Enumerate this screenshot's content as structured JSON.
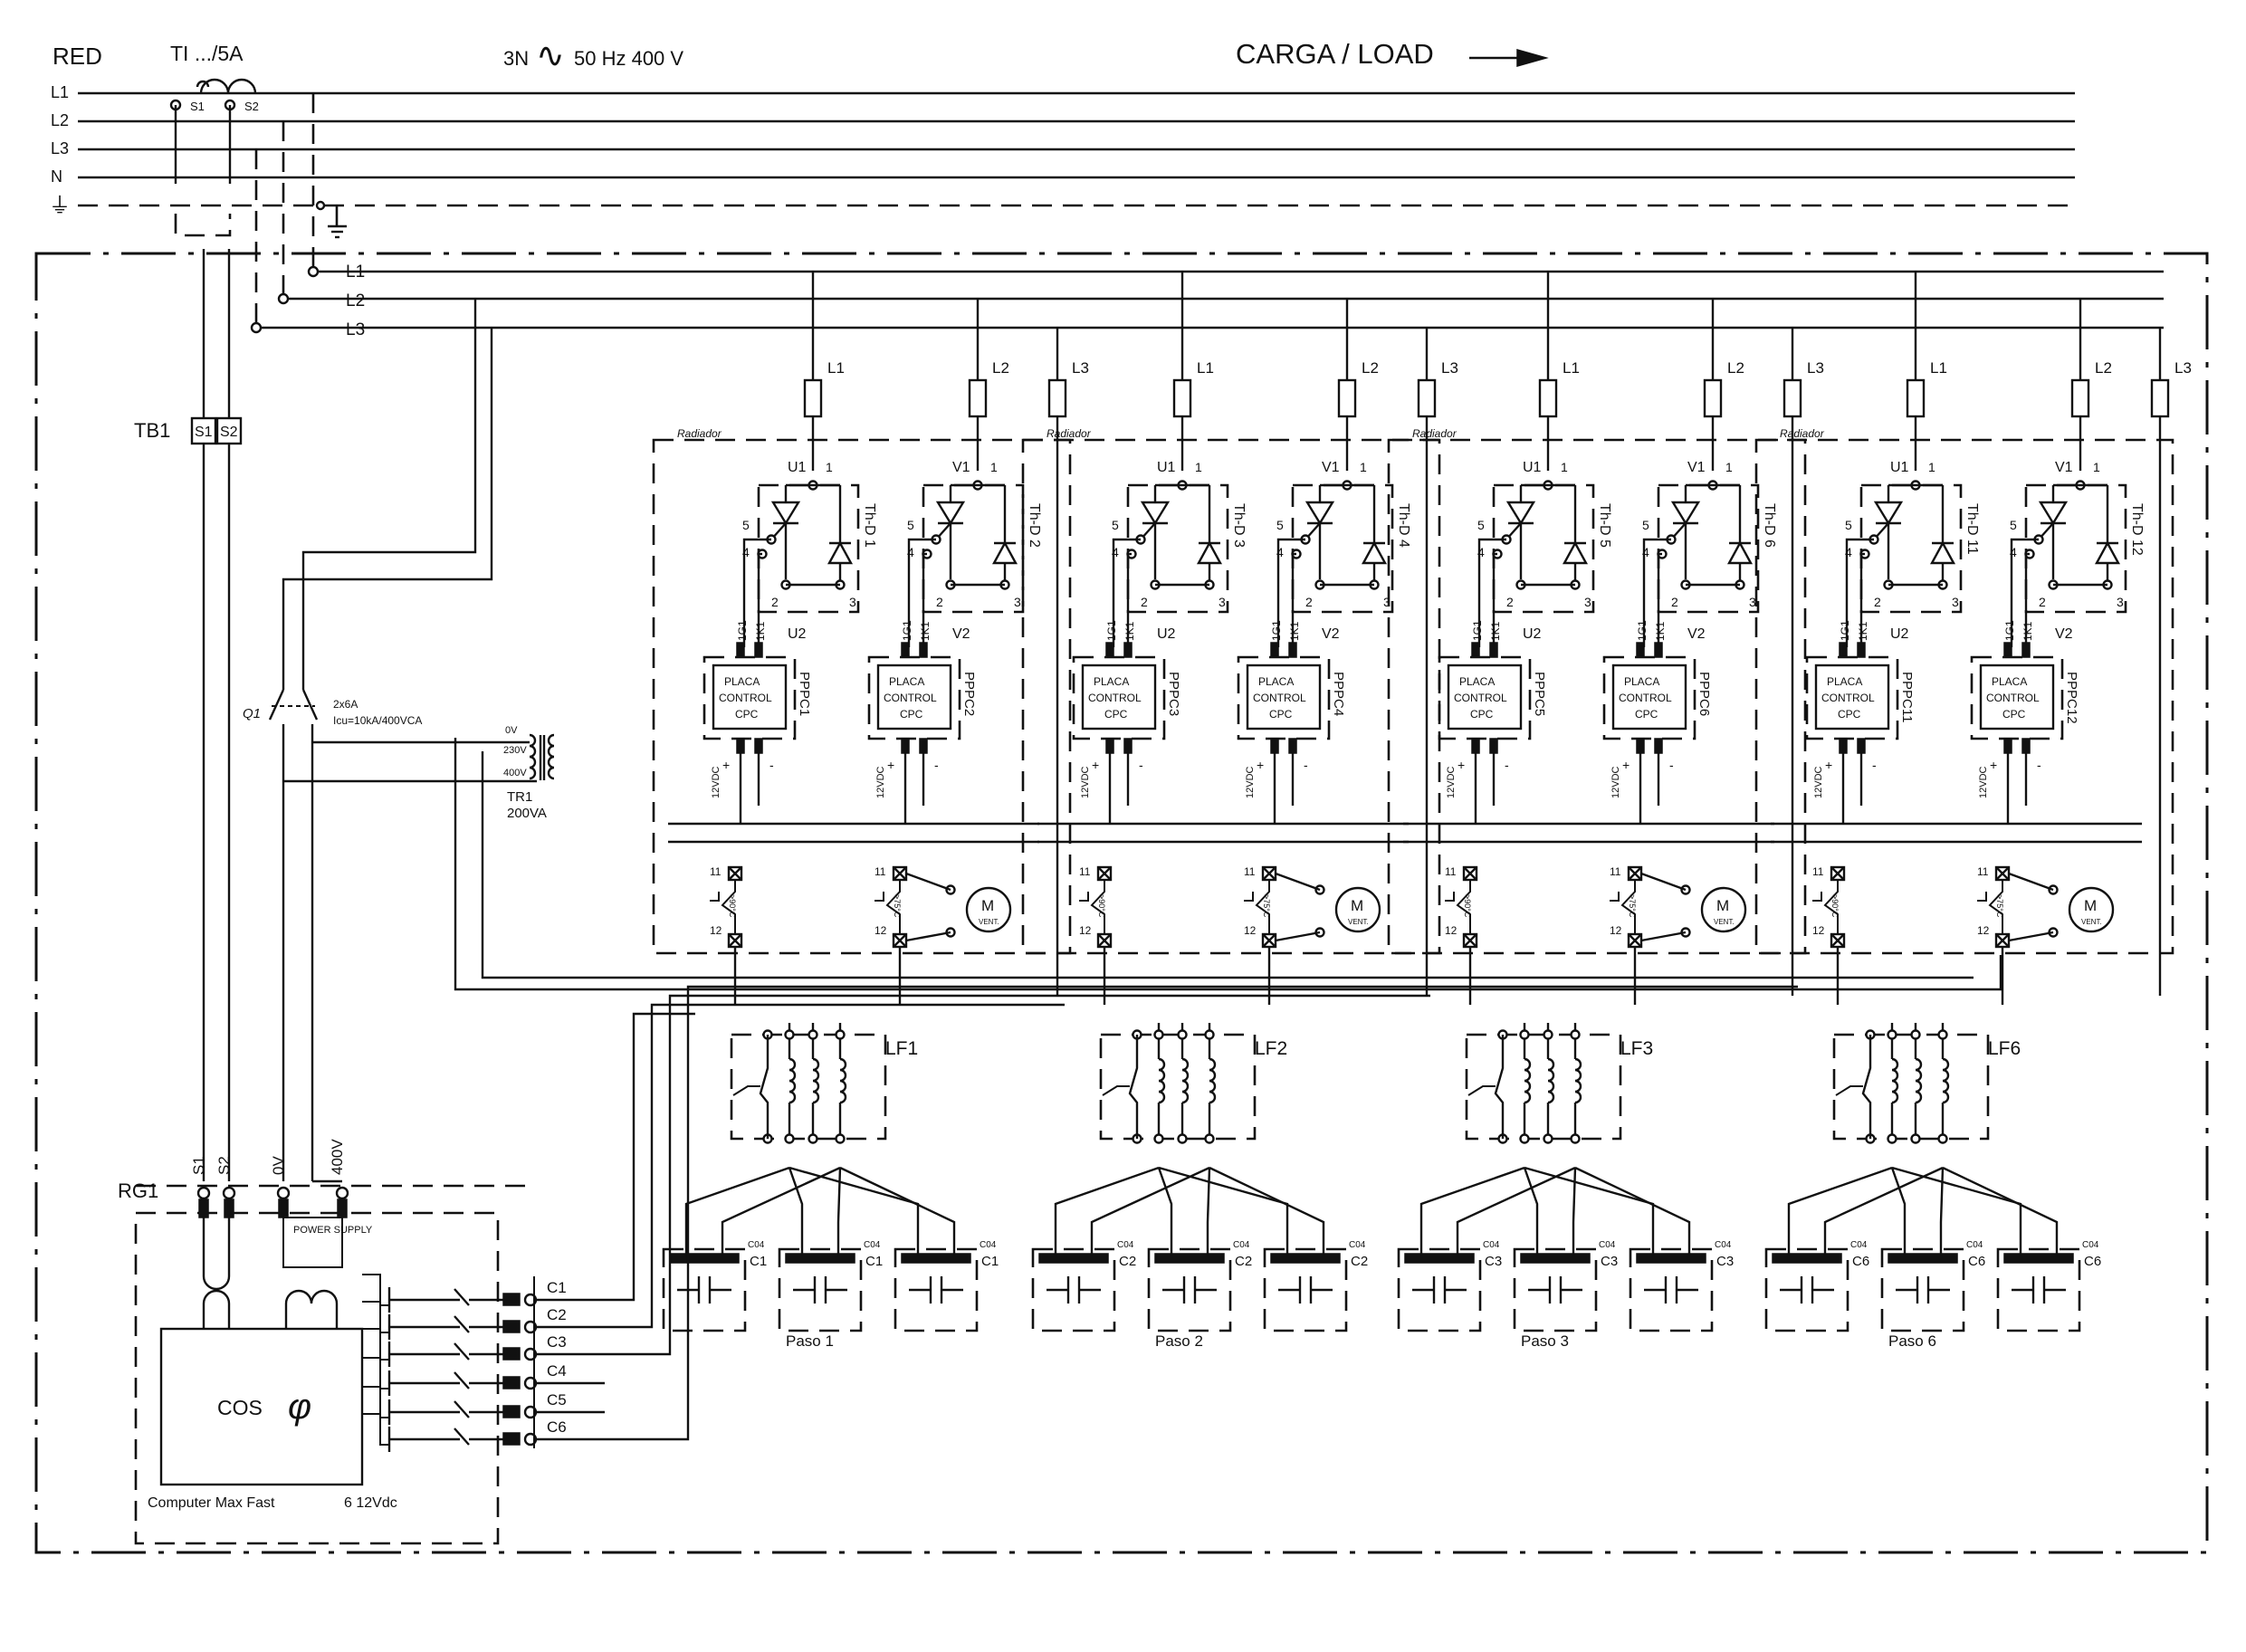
{
  "header": {
    "grid_label": "RED",
    "ct_label": "TI .../5A",
    "ct_s1": "S1",
    "ct_s2": "S2",
    "supply": "3N",
    "supply_symbol": "∿",
    "supply_spec": "50 Hz 400 V",
    "load_label": "CARGA / LOAD"
  },
  "mains": [
    "L1",
    "L2",
    "L3",
    "N",
    "⏚"
  ],
  "bus": [
    "L1",
    "L2",
    "L3"
  ],
  "tb1": {
    "label": "TB1",
    "terminals": [
      "S1",
      "S2"
    ]
  },
  "q1": {
    "label": "Q1",
    "rating": "2x6A",
    "icu": "Icu=10kA/400VCA"
  },
  "tr1": {
    "label": "TR1",
    "power": "200VA",
    "taps": [
      "0V",
      "230V",
      "400V"
    ]
  },
  "rg1": {
    "label": "RG1",
    "inputs": [
      "S1",
      "S2",
      "0V",
      "400V"
    ],
    "power_supply": "POWER SUPPLY",
    "cos_label": "COS",
    "cos_symbol": "φ",
    "model": "Computer Max Fast",
    "outputs_spec": "6 12Vdc",
    "outputs": [
      "C1",
      "C2",
      "C3",
      "C4",
      "C5",
      "C6"
    ]
  },
  "common": {
    "radiator": "Radiador",
    "placa": [
      "PLACA",
      "CONTROL",
      "CPC"
    ],
    "dc": "12VDC",
    "plus": "+",
    "minus": "-",
    "g1": "1G1",
    "k1": "1K1",
    "u1": "U1",
    "u2": "U2",
    "v1": "V1",
    "v2": "V2",
    "pin1": "1",
    "pin2": "2",
    "pin3": "3",
    "pin4": "4",
    "pin5": "5",
    "therm_hi": "11",
    "therm_lo": "12",
    "therm_a": ">90°C",
    "therm_b": ">75°C",
    "motor": "M",
    "motor_sub": "VENT.",
    "cap_code": "C04"
  },
  "modules": [
    {
      "phases": [
        "L1",
        "L2",
        "L3"
      ],
      "thd": [
        "Th-D 1",
        "Th-D 2"
      ],
      "ppc": [
        "PPPC1",
        "PPPC2"
      ],
      "lf": "LF1",
      "cap": "C1",
      "step": "Paso 1"
    },
    {
      "phases": [
        "L1",
        "L2",
        "L3"
      ],
      "thd": [
        "Th-D 3",
        "Th-D 4"
      ],
      "ppc": [
        "PPPC3",
        "PPPC4"
      ],
      "lf": "LF2",
      "cap": "C2",
      "step": "Paso 2"
    },
    {
      "phases": [
        "L1",
        "L2",
        "L3"
      ],
      "thd": [
        "Th-D 5",
        "Th-D 6"
      ],
      "ppc": [
        "PPPC5",
        "PPPC6"
      ],
      "lf": "LF3",
      "cap": "C3",
      "step": "Paso 3"
    },
    {
      "phases": [
        "L1",
        "L2",
        "L3"
      ],
      "thd": [
        "Th-D 11",
        "Th-D 12"
      ],
      "ppc": [
        "PPPC11",
        "PPPC12"
      ],
      "lf": "LF6",
      "cap": "C6",
      "step": "Paso 6"
    }
  ]
}
